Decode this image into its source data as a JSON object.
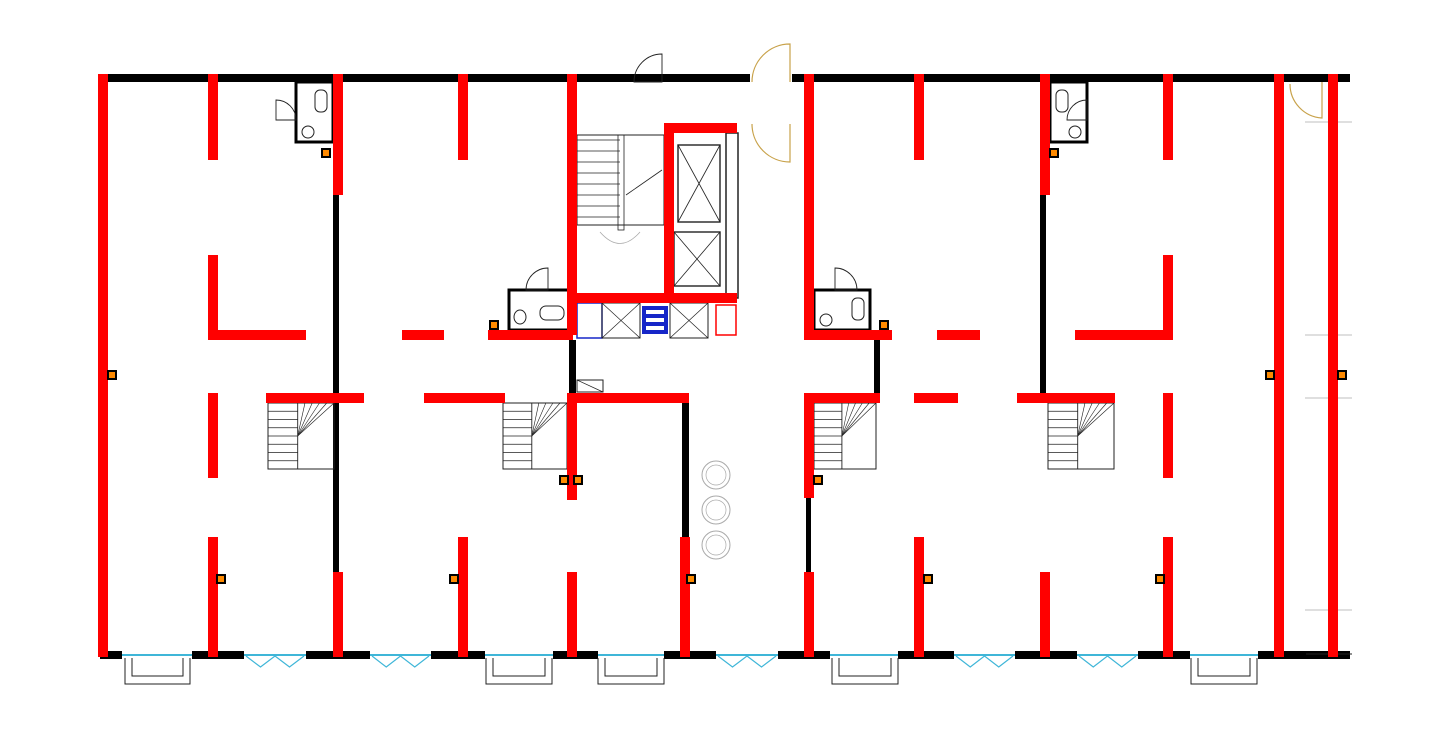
{
  "drawing": {
    "type": "architectural-floor-plan",
    "colors": {
      "background": "#ffffff",
      "demolished_wall": "#ff0000",
      "existing_wall": "#000000",
      "glazing": "#3fb6d8",
      "door_swing": "#c8a24a",
      "fixture_line": "#222222",
      "electrical_blue": "#1626c8",
      "outlet_fill": "#ff8a00",
      "faint_line": "#aaaaaa"
    },
    "units": [
      {
        "name": "unit-1",
        "has_wc": true,
        "has_internal_stair": true,
        "outlets": 2
      },
      {
        "name": "unit-2",
        "has_wc": false,
        "has_internal_stair": true,
        "outlets": 2
      },
      {
        "name": "unit-3",
        "has_wc": false,
        "has_internal_stair": false,
        "outlets": 1
      },
      {
        "name": "unit-4",
        "has_wc": true,
        "has_internal_stair": true,
        "outlets": 2
      },
      {
        "name": "unit-5",
        "has_wc": true,
        "has_internal_stair": true,
        "outlets": 3
      }
    ],
    "core": {
      "main_stair": true,
      "elevators": 2,
      "shared_bathroom": true,
      "entrance_double_door": true
    },
    "icons": [
      "door-swing-icon",
      "toilet-icon",
      "sink-icon",
      "elevator-icon",
      "outlet-icon",
      "electrical-panel-icon"
    ]
  }
}
